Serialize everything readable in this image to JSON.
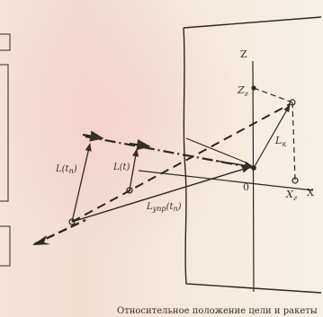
{
  "figure": {
    "caption": "Относительное положение цели и ракеты",
    "labels": {
      "z_axis": "Z",
      "zr_main": "Z",
      "zr_sub": "г",
      "origin": "0",
      "xr_main": "X",
      "xr_sub": "г",
      "x_axis": "X",
      "lk_main": "L",
      "lk_sub": "к",
      "l_tn_main": "L",
      "l_tn_arg": "(t",
      "l_tn_sub": "п",
      "l_tn_close": ")",
      "l_t_main": "L",
      "l_t_arg": "(t)",
      "lupr_main": "L",
      "lupr_sub": "упр",
      "lupr_arg": "(t",
      "lupr_arg_sub": "п",
      "lupr_close": ")"
    }
  }
}
